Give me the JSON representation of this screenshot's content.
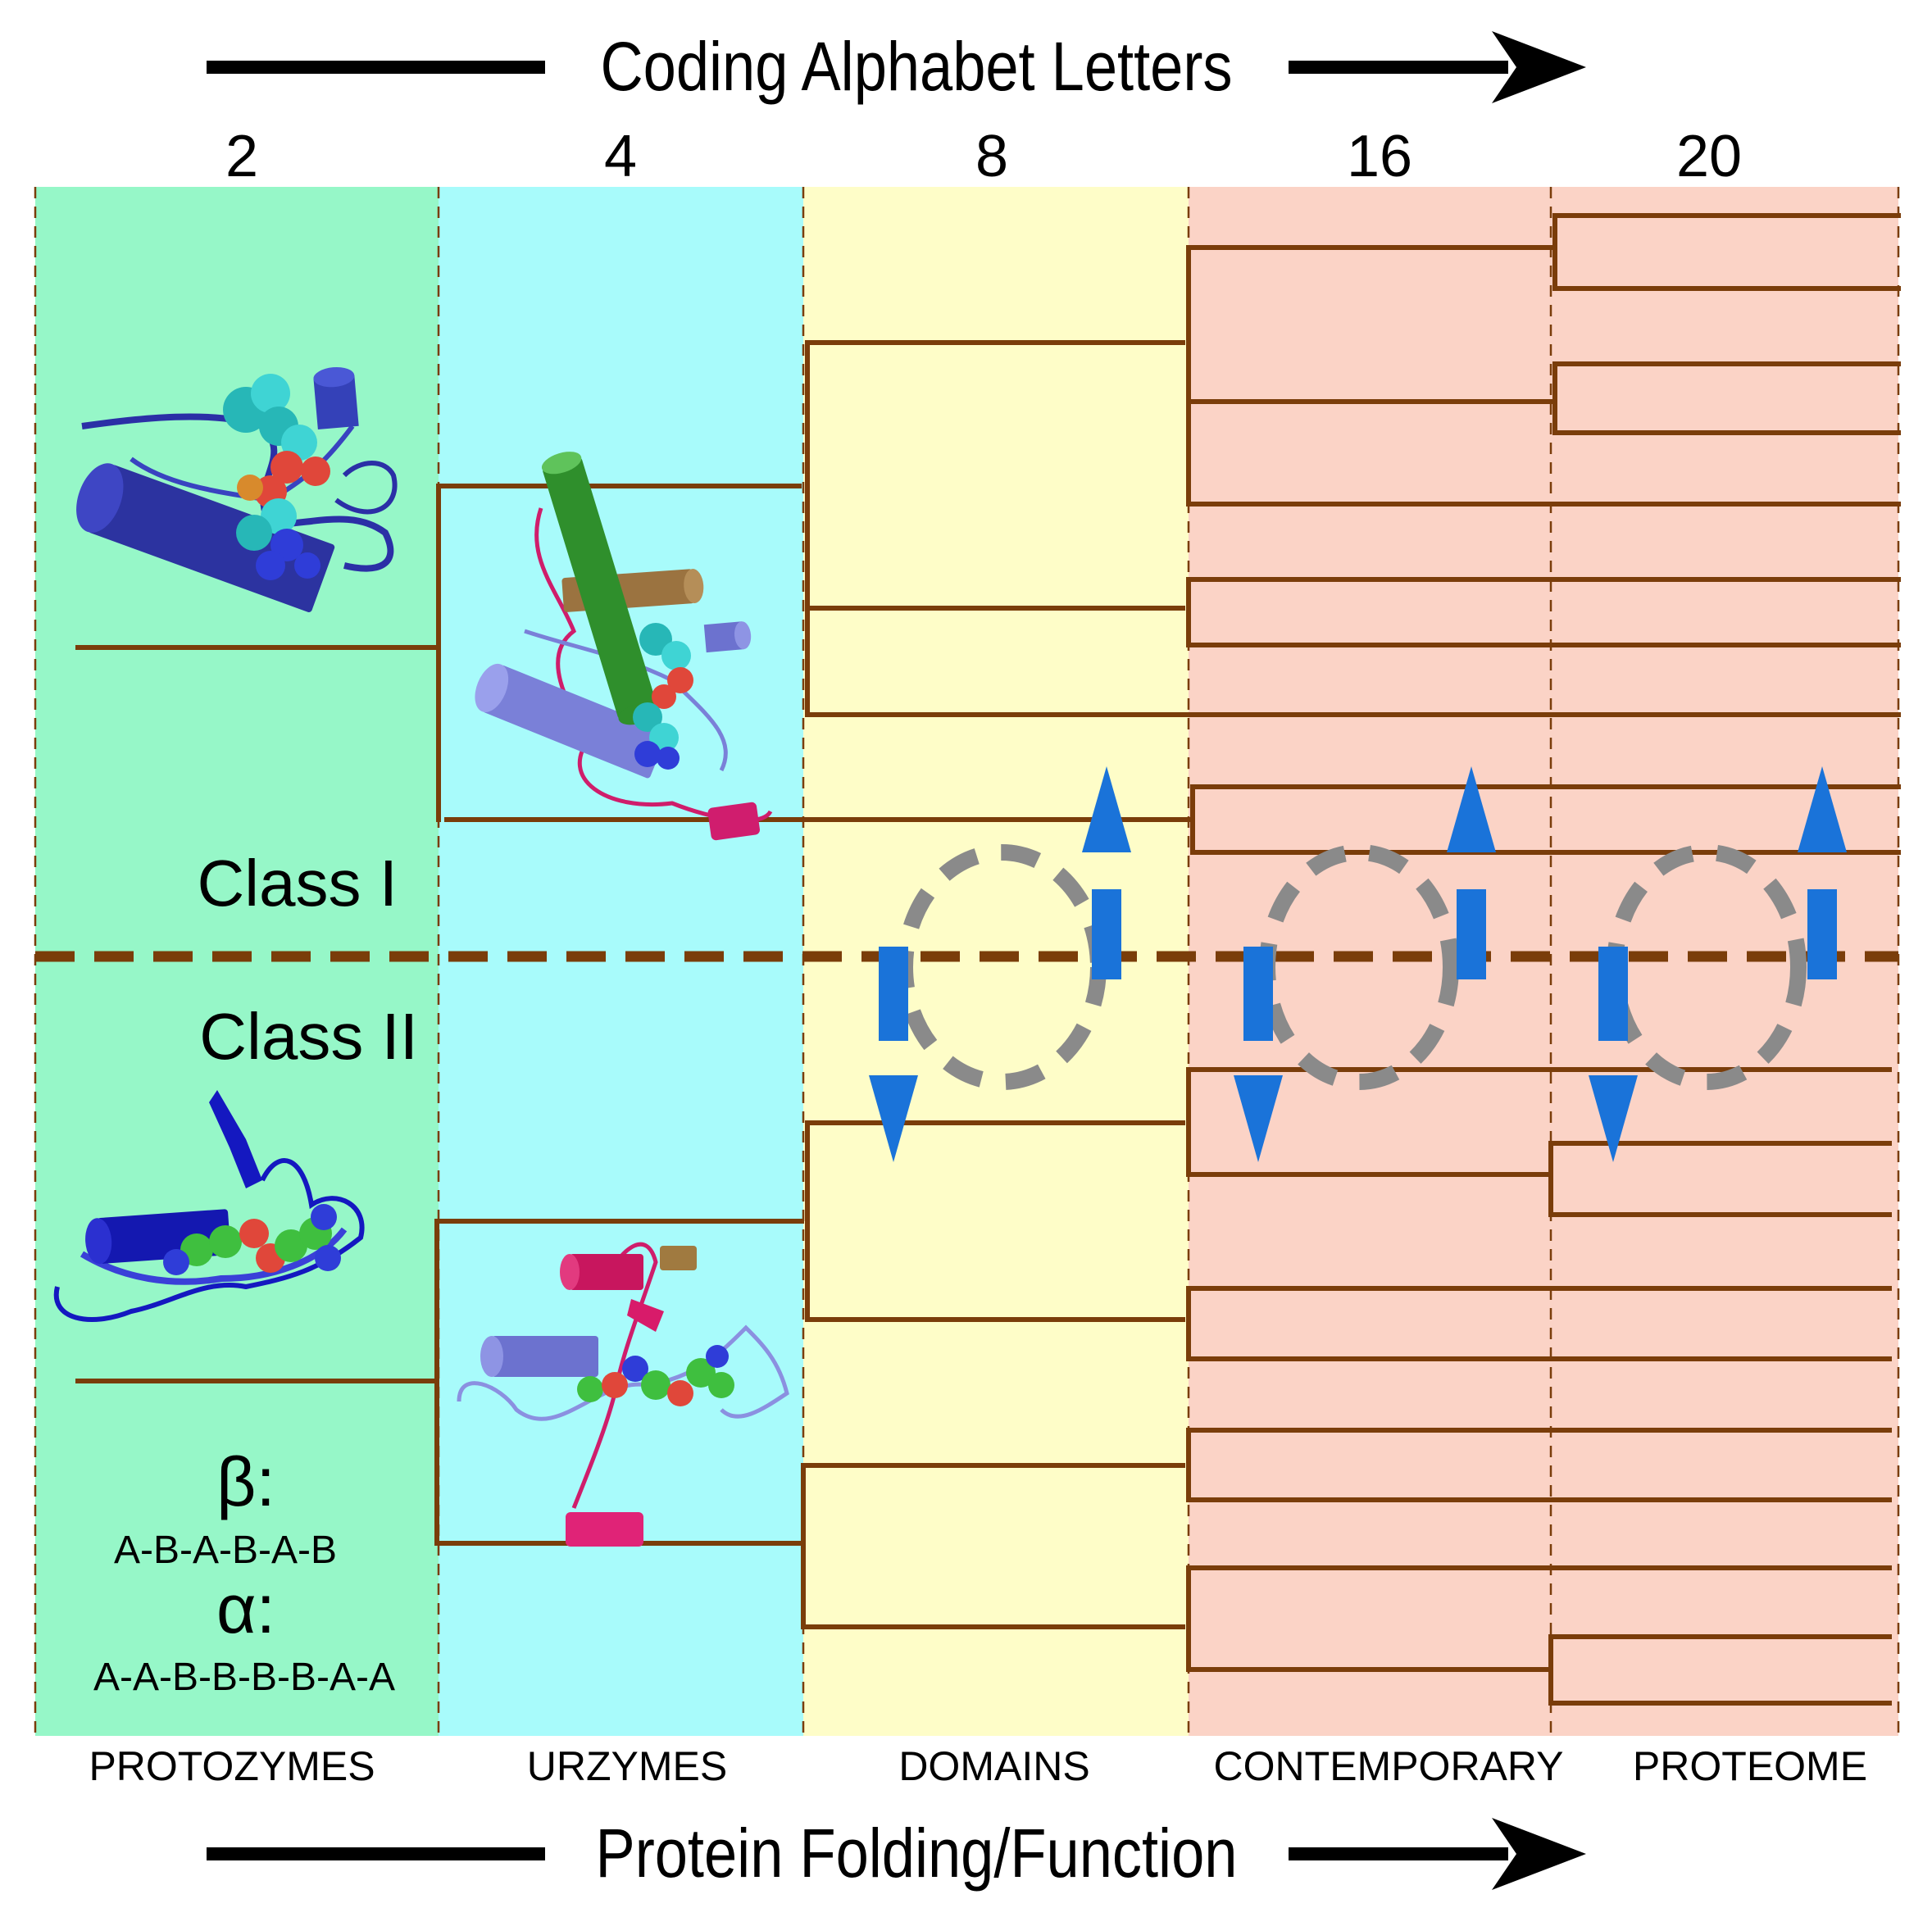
{
  "top_arrow_label": "Coding Alphabet Letters",
  "bottom_arrow_label": "Protein Folding/Function",
  "columns": [
    {
      "letters": "2",
      "stage": "PROTOZYMES",
      "color": "#96f7c8"
    },
    {
      "letters": "4",
      "stage": "URZYMES",
      "color": "#a8fbfb"
    },
    {
      "letters": "8",
      "stage": "DOMAINS",
      "color": "#fefdc8"
    },
    {
      "letters": "16",
      "stage": "CONTEMPORARY",
      "color": "#fbd3c6"
    },
    {
      "letters": "20",
      "stage": "PROTEOME",
      "color": "#fbd3c6"
    }
  ],
  "class_labels": {
    "upper": "Class I",
    "lower": "Class II"
  },
  "sequence_labels": [
    {
      "symbol": "β:",
      "pattern": "A-B-A-B-A-B"
    },
    {
      "symbol": "α:",
      "pattern": "A-A-B-B-B-B-A-A"
    }
  ],
  "colors": {
    "tree": "#7a3d0a",
    "divider": "#7a3d0a",
    "arrow": "#1a73d9",
    "ellipse": "#8a8a8a",
    "axis_arrow": "#000000"
  },
  "icons": [
    "protozyme-class-i-structure",
    "urzyme-class-i-structure",
    "protozyme-class-ii-structure",
    "urzyme-class-ii-structure"
  ]
}
